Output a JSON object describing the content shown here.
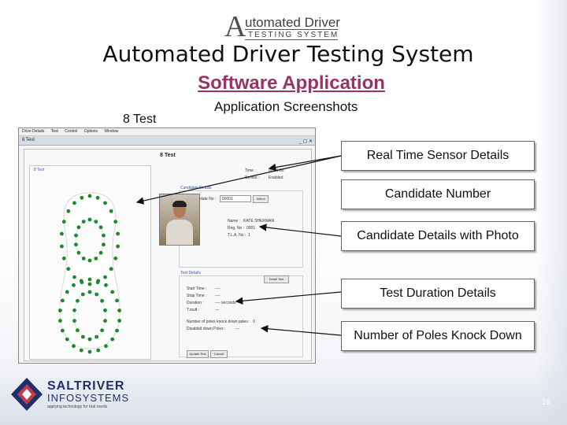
{
  "logo": {
    "letter": "A",
    "line1": "utomated Driver",
    "line2": "TESTING SYSTEM"
  },
  "title": "Automated Driver Testing System",
  "subtitle": "Software Application",
  "label_left": "8 Test",
  "label_center": "Application Screenshots",
  "screenshot": {
    "menu": [
      "Drive Details",
      "Test",
      "Control",
      "Options",
      "Window"
    ],
    "window_title": "8 Test",
    "window_buttons": "_ ▢ ✕",
    "inner_title": "8 Test",
    "tab_label": "8 Test",
    "sensor": {
      "time_label": "Time :",
      "time_value": "00:00:00",
      "status_label": "Sensor :",
      "status_value": "Enabled"
    },
    "candidate_box_title": "Candidate Details",
    "candidate_no_label": "Candidate No :",
    "candidate_no_value": "00001",
    "select_button": "Select",
    "name_label": "Name :",
    "name_value": "KATE SHERMAN",
    "reg_label": "Reg. No :",
    "reg_value": "0001",
    "tla_label": "T.L.A. No :",
    "tla_value": "1",
    "test_box_title": "Test Details",
    "detail_button": "Detail Test",
    "start_time_label": "Start Time :",
    "start_time_value": "----",
    "stop_time_label": "Stop Time :",
    "stop_time_value": "----",
    "duration_label": "Duration :",
    "duration_value": "---- seconds",
    "result_label": "T.rsult :",
    "result_value": "---",
    "knock_label": "Number of poles knock down poles :",
    "knock_value": "0",
    "disabled_label": "Disabled down Poles :",
    "disabled_value": "---",
    "btn_update": "Update Test",
    "btn_cancel": "Cancel"
  },
  "callouts": [
    "Real Time Sensor Details",
    "Candidate Number",
    "Candidate Details with Photo",
    "Test Duration Details",
    "Number of Poles Knock Down"
  ],
  "company": {
    "name1": "SALTRIVER",
    "name2": "INFOSYSTEMS",
    "tagline": "applying technology for real needs"
  },
  "page_number": "16",
  "colors": {
    "subtitle": "#993366",
    "pole": "#1a8a2a",
    "company": "#1f2f6b"
  }
}
